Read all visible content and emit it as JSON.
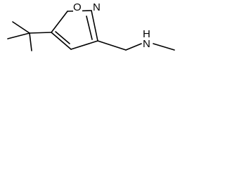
{
  "molecule": {
    "atoms": {
      "ring_oxygen": "O",
      "ring_nitrogen": "N",
      "amine_nitrogen": "N",
      "amine_hydrogen": "H"
    }
  }
}
